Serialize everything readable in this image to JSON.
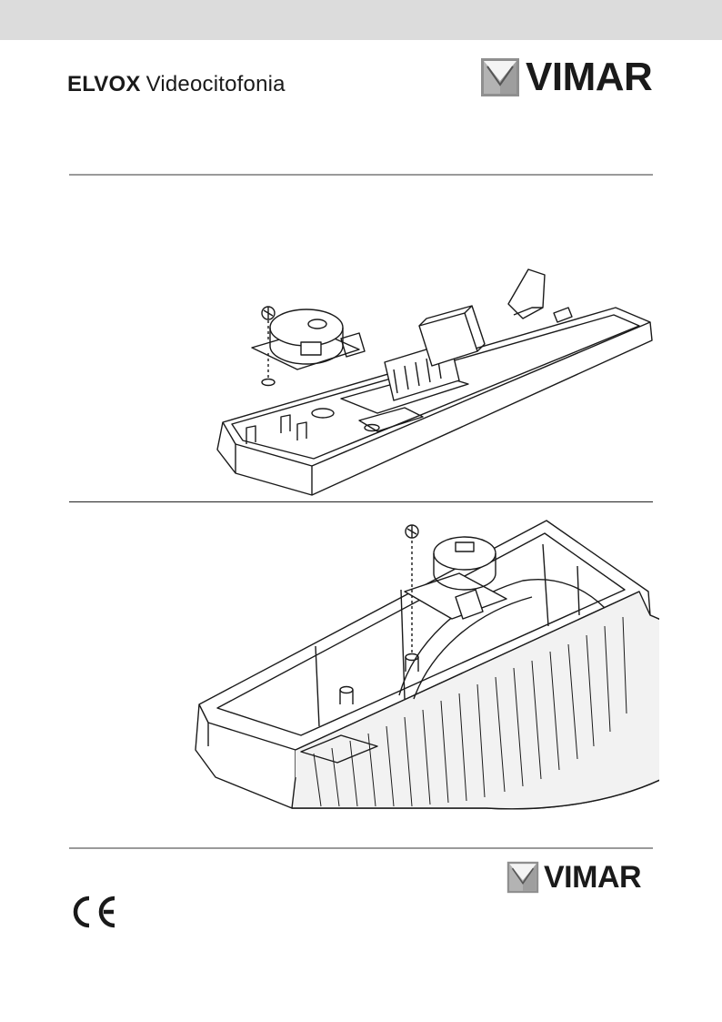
{
  "header": {
    "brand_strong": "ELVOX",
    "brand_light": "Videocitofonia"
  },
  "logo": {
    "wordmark": "VIMAR",
    "icon": "vimar-square-v-icon"
  },
  "footer": {
    "logo_wordmark": "VIMAR",
    "certification_icon": "ce-mark-icon"
  },
  "figures": [
    {
      "name": "base-plate-assembly-drawing",
      "icon": "device-base-diagram"
    },
    {
      "name": "housing-cover-assembly-drawing",
      "icon": "device-cover-diagram"
    }
  ],
  "colors": {
    "top_band": "#dcdcdc",
    "rule": "#9a9a9a",
    "ink": "#1a1a1a"
  }
}
